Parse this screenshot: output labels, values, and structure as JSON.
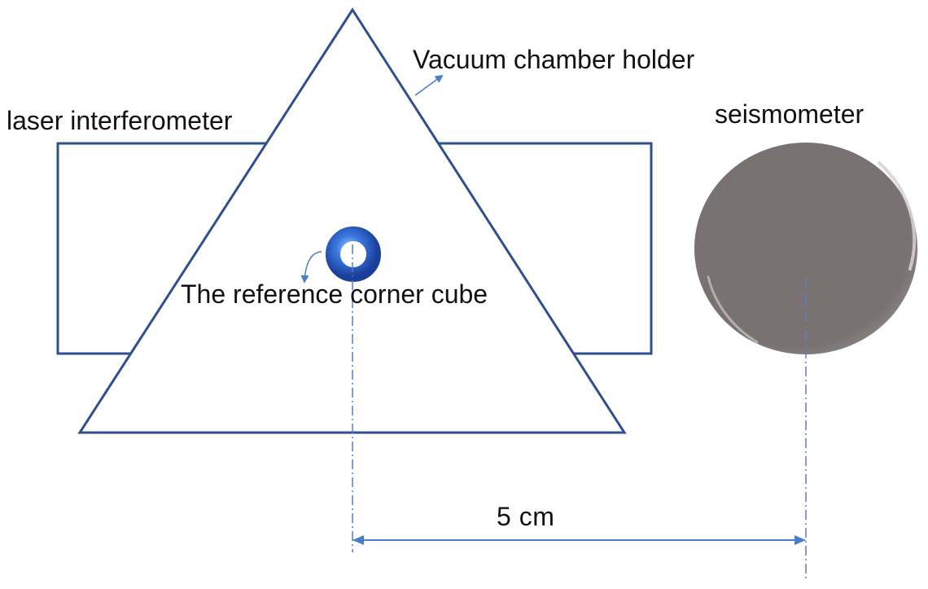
{
  "labels": {
    "laser_interferometer": "laser interferometer",
    "vacuum_chamber_holder": "Vacuum chamber holder",
    "seismometer": "seismometer",
    "reference_corner_cube": "The reference corner cube",
    "distance": "5 cm"
  },
  "colors": {
    "outline": "#2f4f8f",
    "arrow": "#4a7ec8",
    "dash": "#5b7fc0",
    "seismometer_fill": "#787272",
    "ring": "#2f66c8"
  }
}
